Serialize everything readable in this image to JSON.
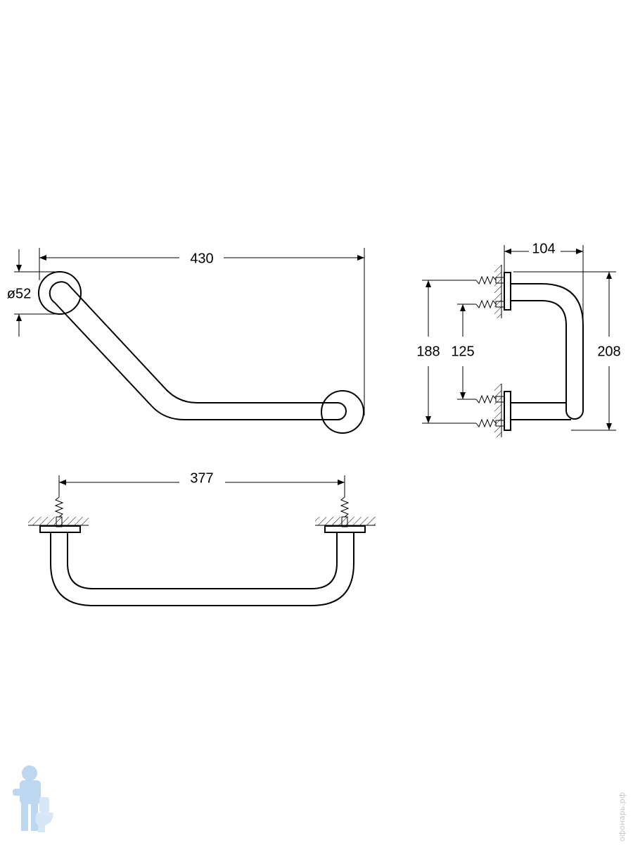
{
  "dimensions": {
    "length_top": "430",
    "diameter": "ø52",
    "width_bottom": "377",
    "depth": "104",
    "height_outer": "208",
    "height_mid": "188",
    "height_inner": "125"
  },
  "watermark": {
    "text": "офонарь.рф",
    "color": "#c8c8c8",
    "logo_color": "#8ab7e6"
  }
}
